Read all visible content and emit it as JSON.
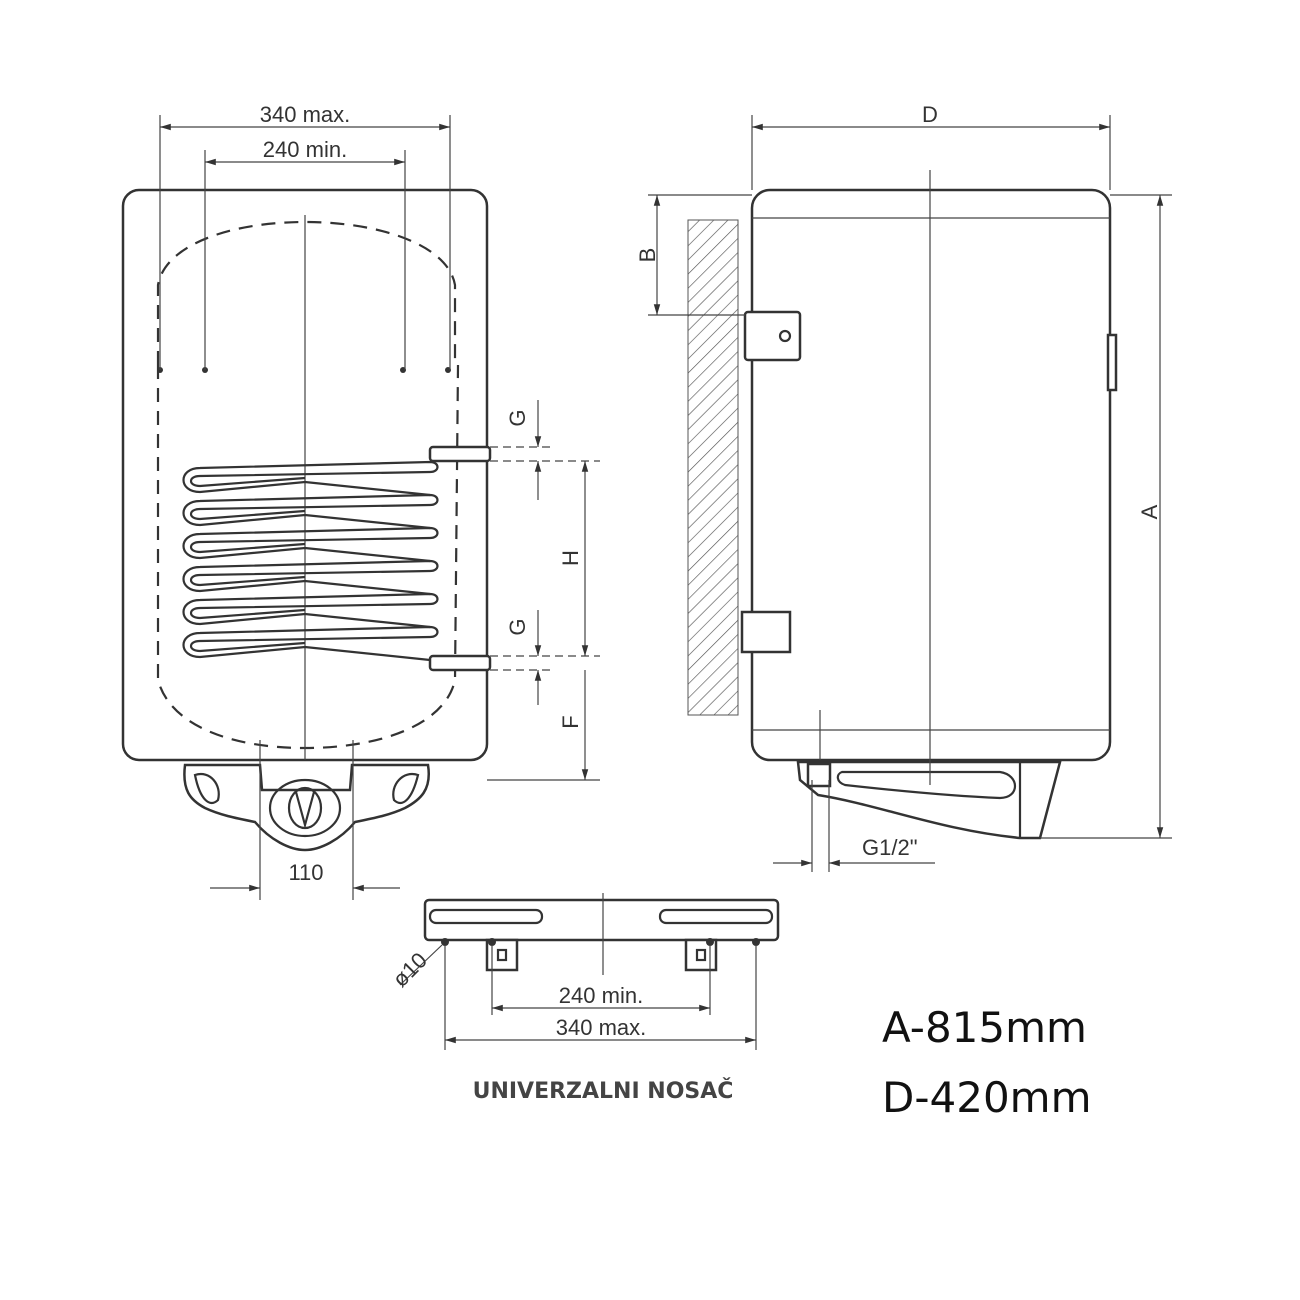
{
  "front_view": {
    "dim_top_max": "340 max.",
    "dim_top_min": "240 min.",
    "dim_g_top": "G",
    "dim_h": "H",
    "dim_g_bottom": "G",
    "dim_f": "F",
    "dim_bottom": "110"
  },
  "side_view": {
    "dim_d": "D",
    "dim_b": "B",
    "dim_a": "A",
    "dim_outlet": "G1/2\""
  },
  "bracket_view": {
    "hole_diameter": "ø10",
    "dim_min": "240 min.",
    "dim_max": "340 max.",
    "title": "UNIVERZALNI NOSAČ"
  },
  "specs": {
    "a": "A-815mm",
    "d": "D-420mm"
  }
}
